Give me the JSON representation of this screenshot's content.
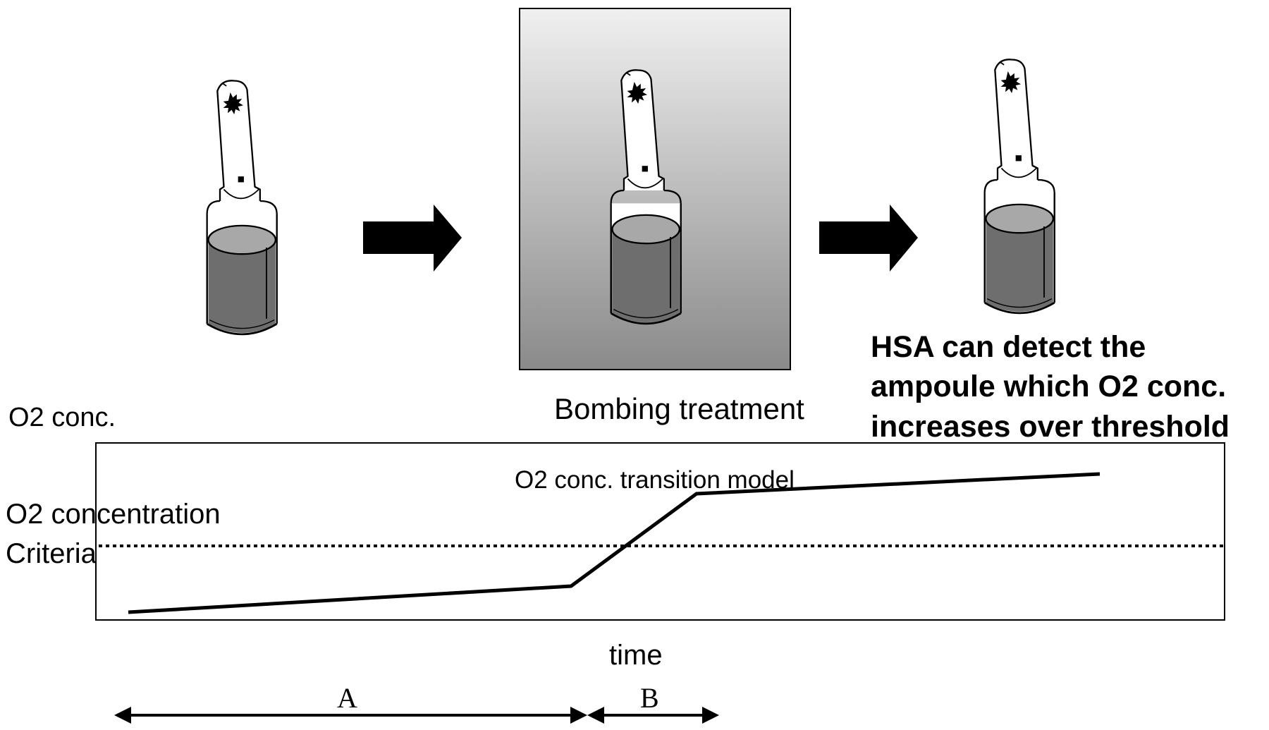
{
  "labels": {
    "bombing": "Bombing treatment",
    "hsa_line1": "HSA can detect the",
    "hsa_line2": "ampoule which O2 conc.",
    "hsa_line3": "increases over threshold",
    "y_axis": "O2 conc.",
    "criteria_line1": "O2 concentration",
    "criteria_line2": "Criteria",
    "model": "O2 conc. transition model",
    "x_axis": "time",
    "phase_a": "A",
    "phase_b": "B"
  },
  "colors": {
    "ink": "#000000",
    "liquid": "#6e6e6e",
    "liquid_top": "#a8a8a8",
    "chamber_light": "#f0f0f0",
    "chamber_dark": "#8a8a8a"
  },
  "icons": {
    "ampoule": "glass-ampoule-icon",
    "arrow": "right-arrow-icon"
  }
}
